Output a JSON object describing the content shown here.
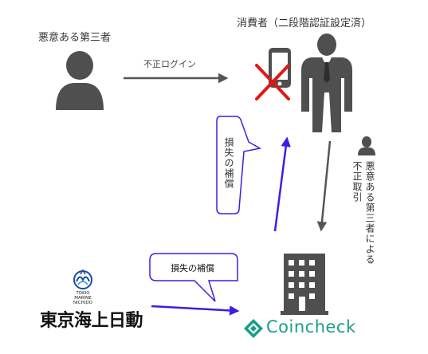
{
  "labels": {
    "malicious_third_party": "悪意ある第三者",
    "consumer": "消費者（二段階認証設定済）",
    "illicit_login": "不正ログイン",
    "loss_compensation_vertical": "損失の補償",
    "loss_compensation_horizontal": "損失の補償",
    "illicit_transaction_line1": "悪意ある第三者による",
    "illicit_transaction_line2": "不正取引"
  },
  "logos": {
    "tokio_marine_small": "TOKIO MARINE NICHIDO",
    "tokio_marine_main": "東京海上日動",
    "coincheck": "Coincheck"
  },
  "colors": {
    "gray_arrow": "#555555",
    "blue_arrow": "#3b1ee6",
    "figure_gray": "#4f4f4f",
    "coincheck_green": "#1a9f86",
    "cross_red": "#e01818"
  }
}
